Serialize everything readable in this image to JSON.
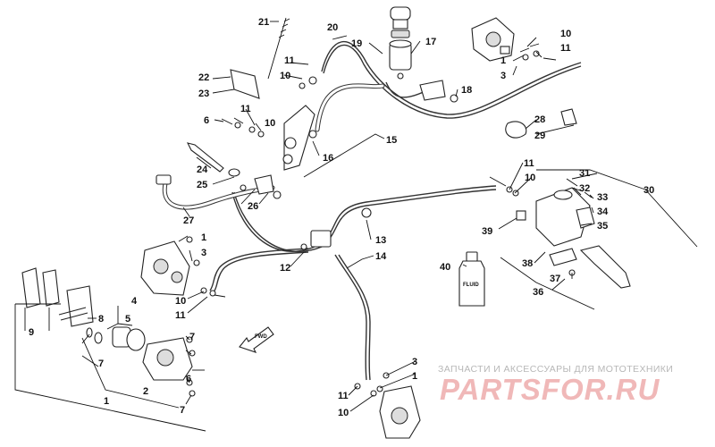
{
  "callouts": {
    "n1": "1",
    "n2": "2",
    "n3": "3",
    "n4": "4",
    "n5": "5",
    "n6": "6",
    "n7": "7",
    "n8": "8",
    "n9": "9",
    "n10": "10",
    "n11": "11",
    "n12": "12",
    "n13": "13",
    "n14": "14",
    "n15": "15",
    "n16": "16",
    "n17": "17",
    "n18": "18",
    "n19": "19",
    "n20": "20",
    "n21": "21",
    "n22": "22",
    "n23": "23",
    "n24": "24",
    "n25": "25",
    "n26": "26",
    "n27": "27",
    "n28": "28",
    "n29": "29",
    "n30": "30",
    "n31": "31",
    "n32": "32",
    "n33": "33",
    "n34": "34",
    "n35": "35",
    "n36": "36",
    "n37": "37",
    "n38": "38",
    "n39": "39",
    "n40": "40"
  },
  "bottle_label": "FLUID",
  "forward_label": "FWD",
  "watermark": {
    "tagline": "ЗАПЧАСТИ И АКСЕССУАРЫ ДЛЯ МОТОТЕХНИКИ",
    "logo": "PARTSFOR.RU"
  },
  "colors": {
    "line": "#111111",
    "watermark_text": "#b7b7b7",
    "watermark_logo": "#f0b8b8"
  }
}
